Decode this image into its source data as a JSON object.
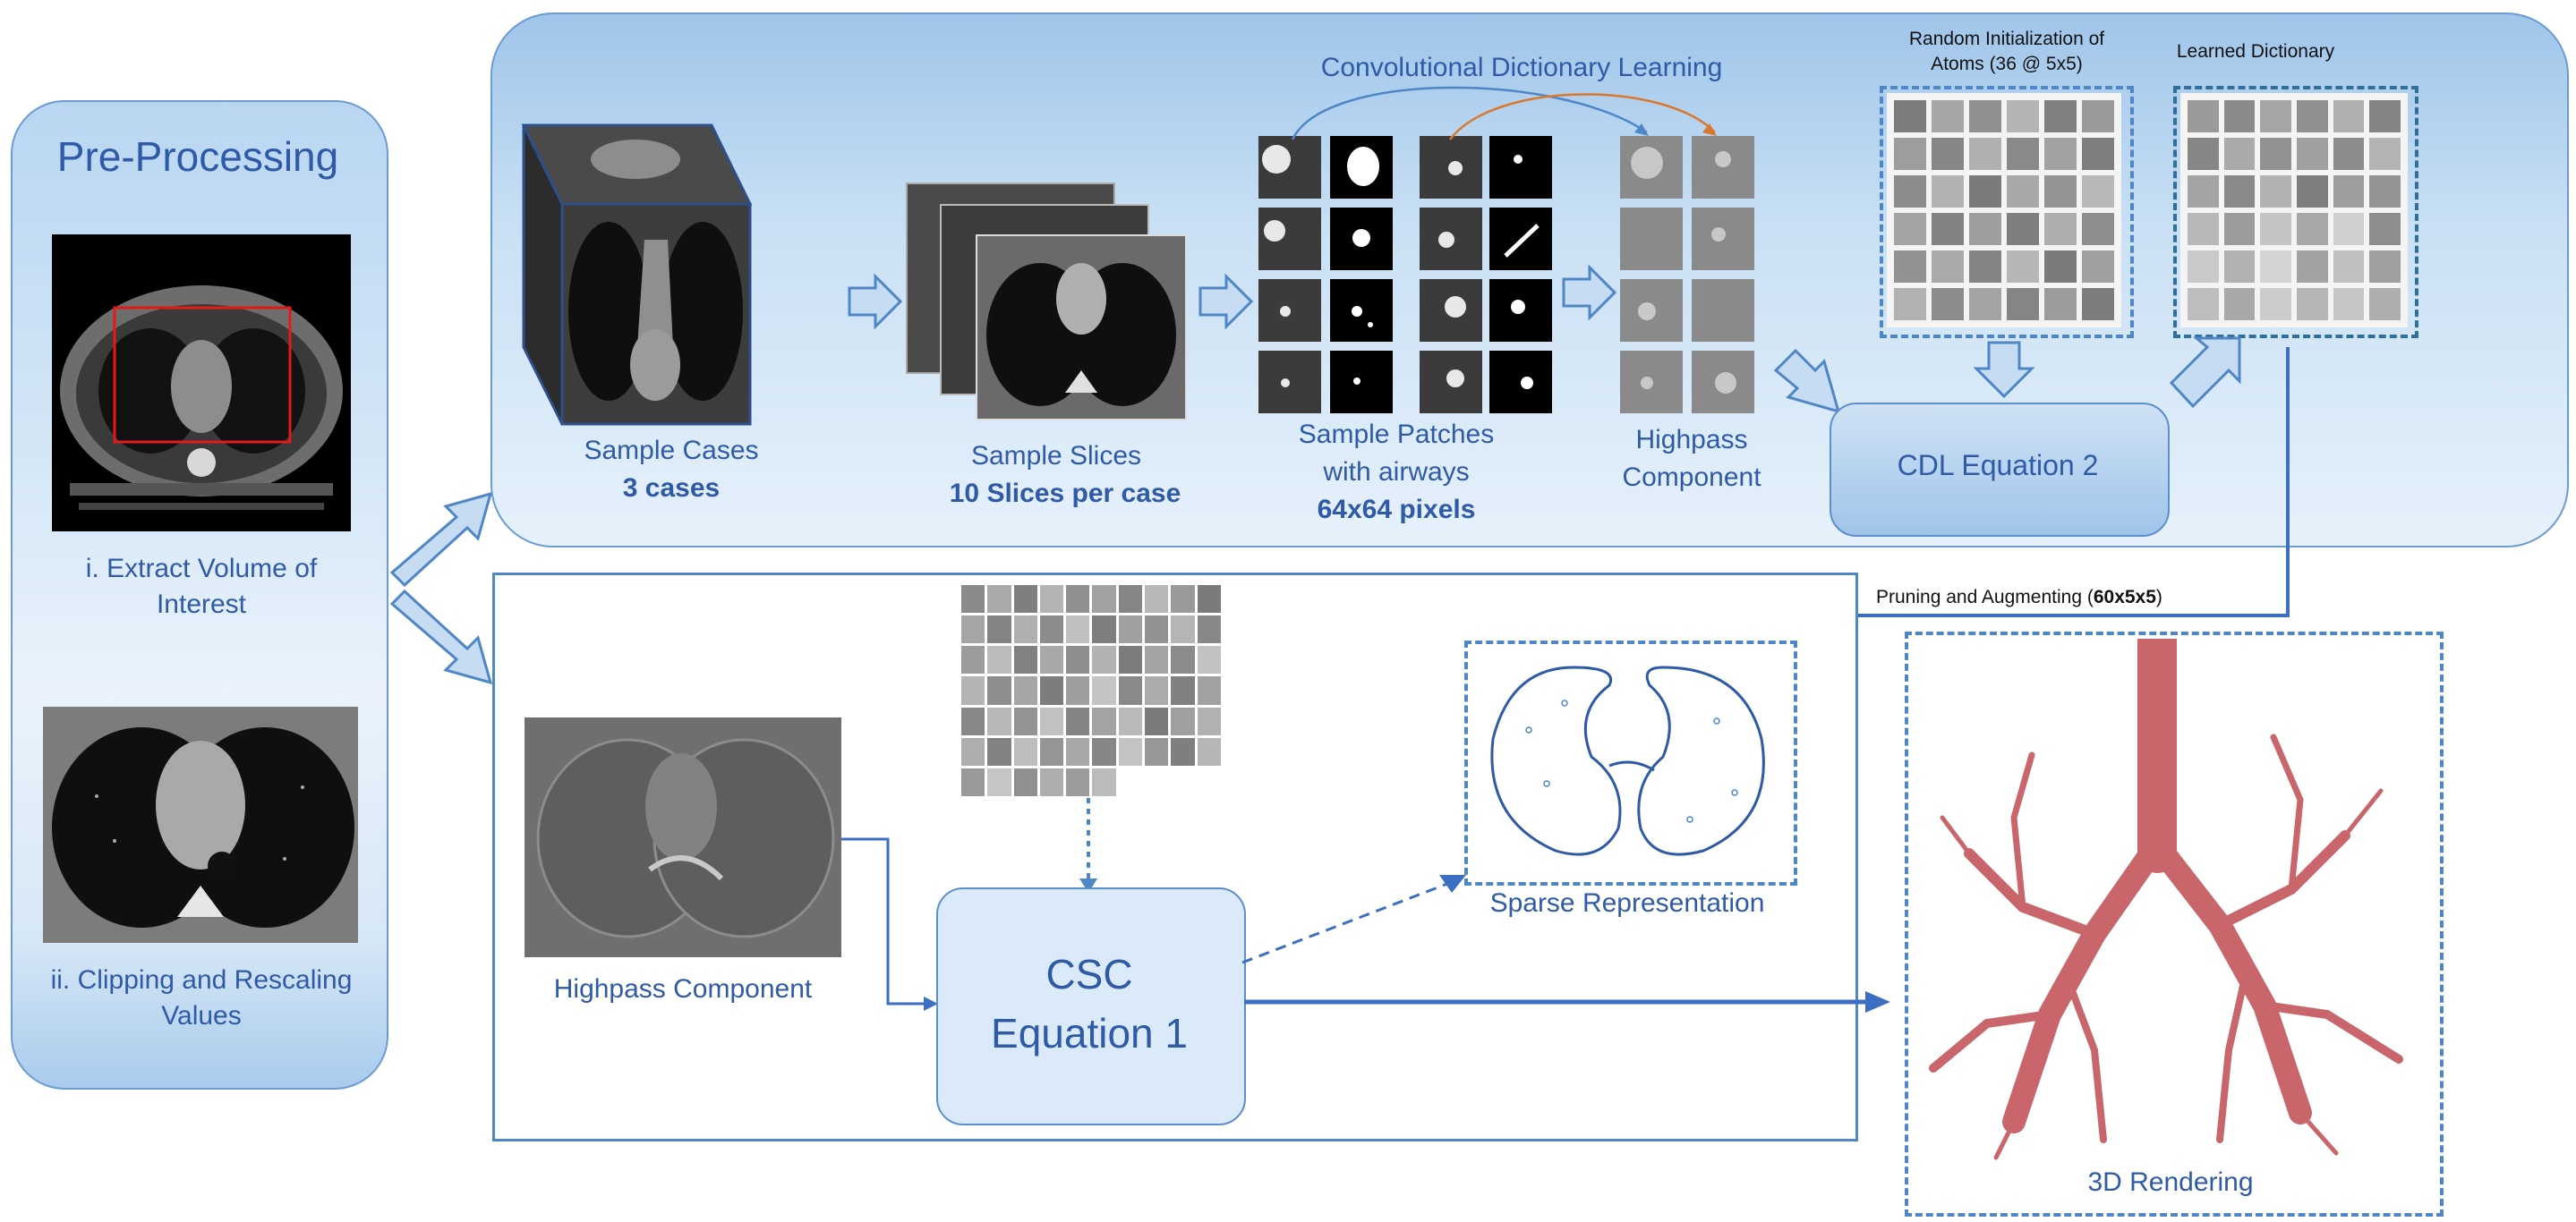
{
  "preprocessing": {
    "title": "Pre-Processing",
    "step1": "i. Extract Volume of Interest",
    "step2": "ii. Clipping and Rescaling Values"
  },
  "cdl": {
    "title": "Convolutional Dictionary Learning",
    "sample_cases_label": "Sample Cases",
    "sample_cases_count": "3 cases",
    "sample_slices_label": "Sample Slices",
    "sample_slices_count": "10 Slices per case",
    "sample_patches_label1": "Sample Patches",
    "sample_patches_label2": "with airways",
    "sample_patches_size": "64x64 pixels",
    "highpass_label1": "Highpass",
    "highpass_label2": "Component",
    "random_init_label1": "Random Initialization of",
    "random_init_label2": "Atoms (36 @ 5x5)",
    "learned_dict_label": "Learned Dictionary",
    "equation": "CDL Equation 2"
  },
  "pruning": {
    "label": "Pruning and Augmenting (",
    "value": "60x5x5",
    "close": ")"
  },
  "csc": {
    "highpass_label": "Highpass Component",
    "equation_line1": "CSC",
    "equation_line2": "Equation 1",
    "sparse_label": "Sparse Representation",
    "rendering_label": "3D Rendering"
  },
  "colors": {
    "accent": "#2e5aa8",
    "border": "#4f86c6",
    "arrow_fill": "#c5dcf3",
    "arrow_orange": "#d9782d",
    "airway": "#c9666b"
  }
}
